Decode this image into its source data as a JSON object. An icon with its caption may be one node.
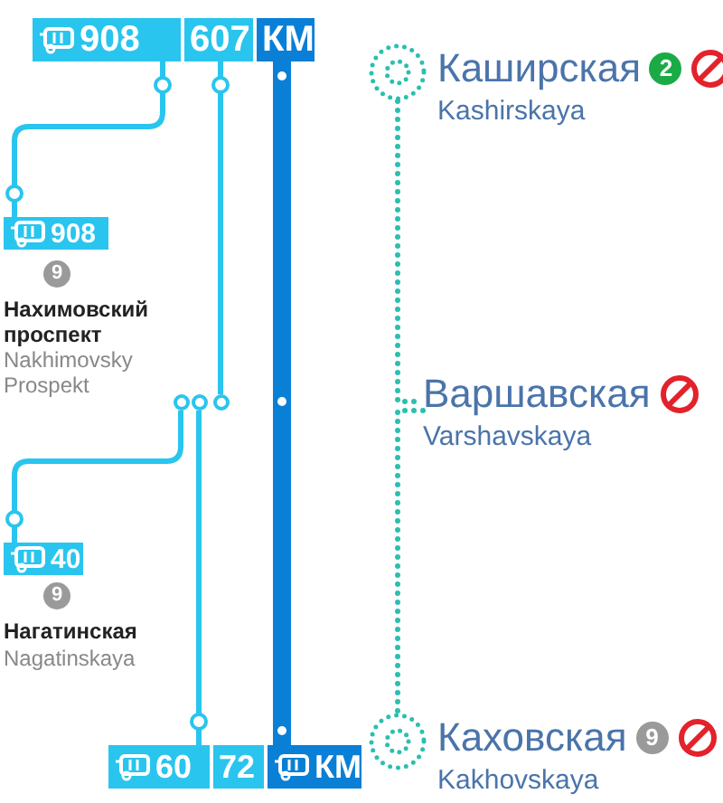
{
  "diagram": {
    "nodes": [
      {
        "text": [
          "908"
        ]
      },
      {
        "text": [
          "607"
        ]
      },
      {
        "text": [
          "КМ"
        ]
      },
      {
        "text": [
          "908"
        ]
      },
      {
        "text": [
          "40"
        ]
      },
      {
        "text": [
          "60"
        ]
      },
      {
        "text": [
          "72"
        ]
      },
      {
        "text": [
          "КМ"
        ]
      },
      {
        "text": [
          "Каширская",
          "Kashirskaya"
        ]
      },
      {
        "text": [
          "Варшавская",
          "Varshavskaya"
        ]
      },
      {
        "text": [
          "Каховская",
          "Kakhovskaya"
        ]
      },
      {
        "text": [],
        "shape": "circle"
      },
      {
        "text": [],
        "shape": "circle"
      },
      {
        "text": [],
        "shape": "circle"
      }
    ],
    "edges": [
      {
        "from": 0,
        "to": 3,
        "arrow": "other"
      },
      {
        "from": 1,
        "to": 13,
        "arrow": "other"
      },
      {
        "from": 2,
        "to": 7,
        "arrow": "none",
        "style": "thick",
        "color": "#0a7fd6"
      },
      {
        "from": 11,
        "to": 4,
        "arrow": "other"
      },
      {
        "from": 12,
        "to": 5,
        "arrow": "other"
      },
      {
        "from": 8,
        "to": 9,
        "arrow": "none",
        "style": "dashed",
        "color": "#2bbfb0"
      },
      {
        "from": 9,
        "to": 10,
        "arrow": "none",
        "style": "dashed",
        "color": "#2bbfb0"
      }
    ],
    "labels": [
      "2",
      "9",
      "Нахимовский проспект",
      "Nakhimovsky Prospekt",
      "9",
      "Нагатинская",
      "Nagatinskaya",
      "9"
    ]
  }
}
